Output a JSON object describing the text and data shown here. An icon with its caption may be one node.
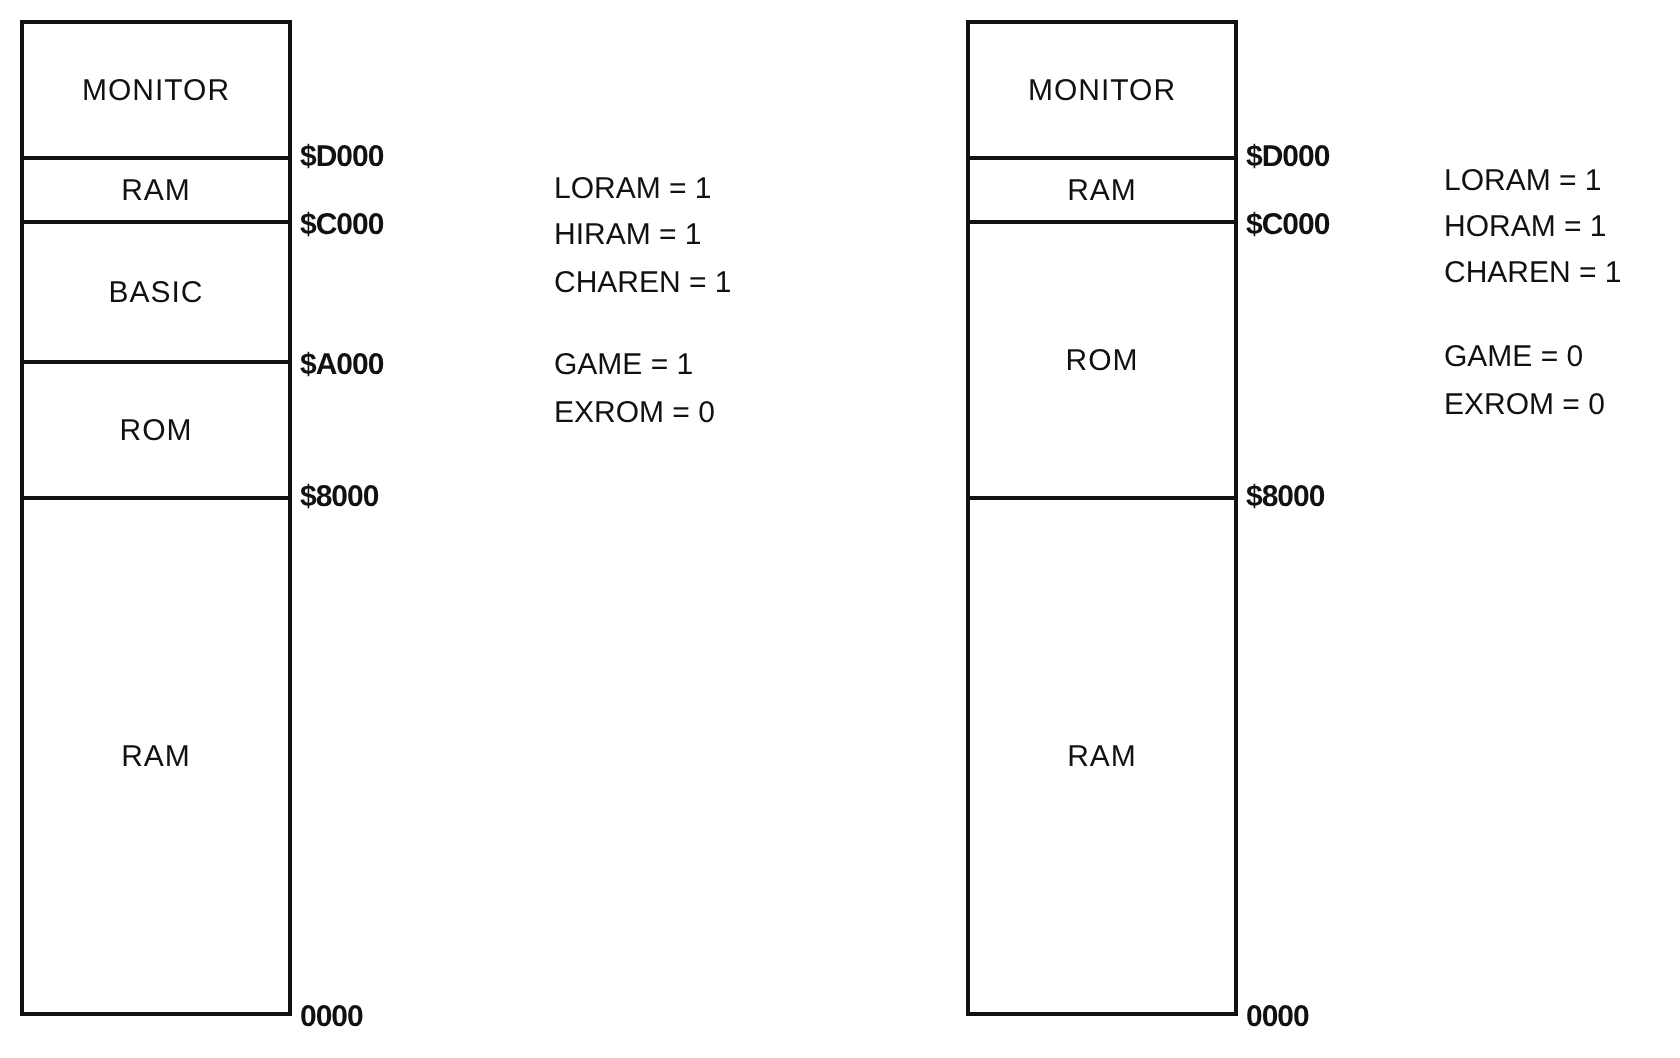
{
  "diagram": {
    "nodes": [
      {
        "text": [
          "MONITOR"
        ]
      },
      {
        "text": [
          "RAM"
        ]
      },
      {
        "text": [
          "BASIC"
        ]
      },
      {
        "text": [
          "ROM"
        ]
      },
      {
        "text": [
          "RAM"
        ]
      },
      {
        "text": [
          "MONITOR"
        ]
      },
      {
        "text": [
          "RAM"
        ]
      },
      {
        "text": [
          "ROM"
        ]
      },
      {
        "text": [
          "RAM"
        ]
      }
    ],
    "edges": [],
    "labels": [
      "$D000",
      "$C000",
      "$A000",
      "$8000",
      "0000",
      "LORAM = 1",
      "HIRAM = 1",
      "CHAREN = 1",
      "GAME = 1",
      "EXROM = 0",
      "$D000",
      "$C000",
      "$8000",
      "0000",
      "LORAM = 1",
      "HORAM = 1",
      "CHAREN = 1",
      "GAME = 0",
      "EXROM = 0"
    ]
  }
}
